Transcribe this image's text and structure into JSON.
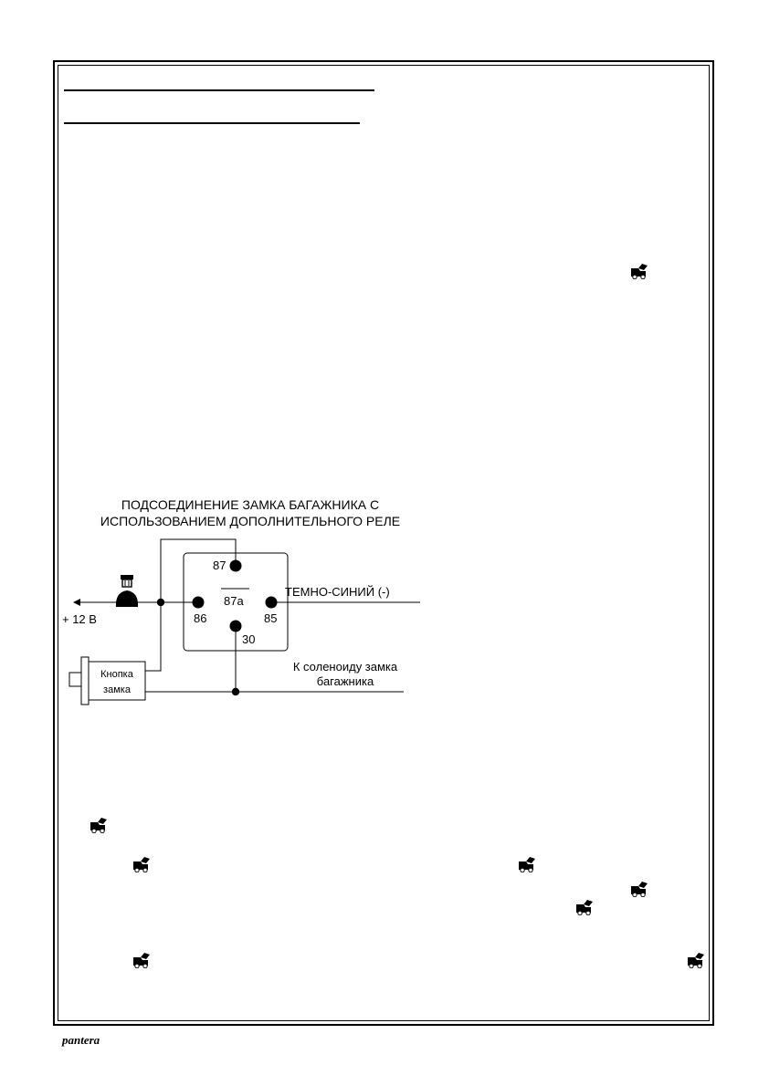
{
  "diagram": {
    "title_line1": "ПОДСОЕДИНЕНИЕ ЗАМКА БАГАЖНИКА С",
    "title_line2": "ИСПОЛЬЗОВАНИЕМ ДОПОЛНИТЕЛЬНОГО РЕЛЕ",
    "pins": {
      "p87": "87",
      "p87a": "87a",
      "p86": "86",
      "p85": "85",
      "p30": "30"
    },
    "supply_label": "+ 12 В",
    "dark_blue_wire_label": "ТЕМНО-СИНИЙ (-)",
    "solenoid_label_line1": "К соленоиду замка",
    "solenoid_label_line2": "багажника",
    "button_label_line1": "Кнопка",
    "button_label_line2": "замка"
  },
  "icons": {
    "trunk": "trunk-open-icon",
    "fuse": "fuse-icon"
  },
  "logo": {
    "text": "pantera"
  }
}
